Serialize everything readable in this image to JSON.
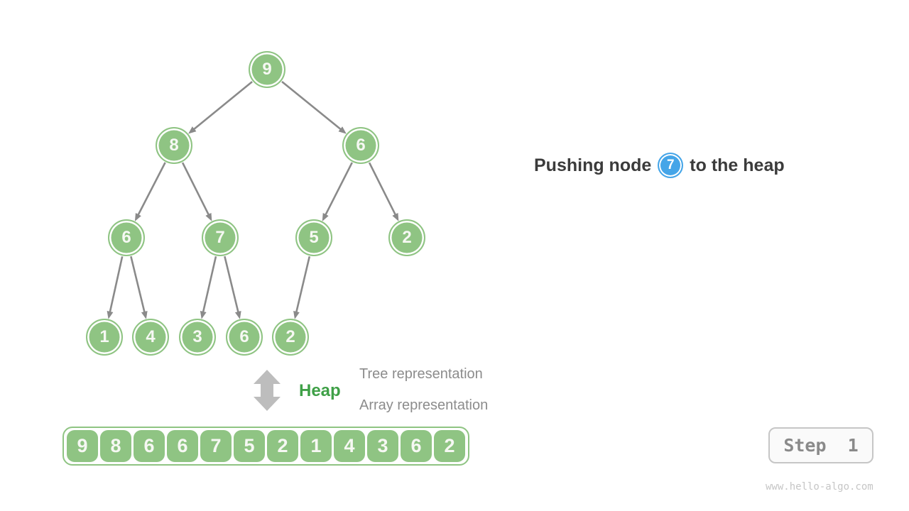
{
  "heap": {
    "values": [
      9,
      8,
      6,
      6,
      7,
      5,
      2,
      1,
      4,
      3,
      6,
      2
    ]
  },
  "caption": {
    "prefix": "Pushing node",
    "node_value": 7,
    "suffix": "to the heap"
  },
  "labels": {
    "heap": "Heap",
    "tree_representation": "Tree representation",
    "array_representation": "Array representation"
  },
  "step_badge": {
    "label": "Step  1"
  },
  "watermark": "www.hello-algo.com",
  "colors": {
    "node_green": "#8fc483",
    "edge_gray": "#8a8a8a",
    "double_arrow_gray": "#bdbdbd",
    "highlight_blue": "#45a5e8",
    "heap_label_green": "#3fa047",
    "caption_text": "#3b3b3b",
    "rep_label_gray": "#8c8c8c"
  }
}
